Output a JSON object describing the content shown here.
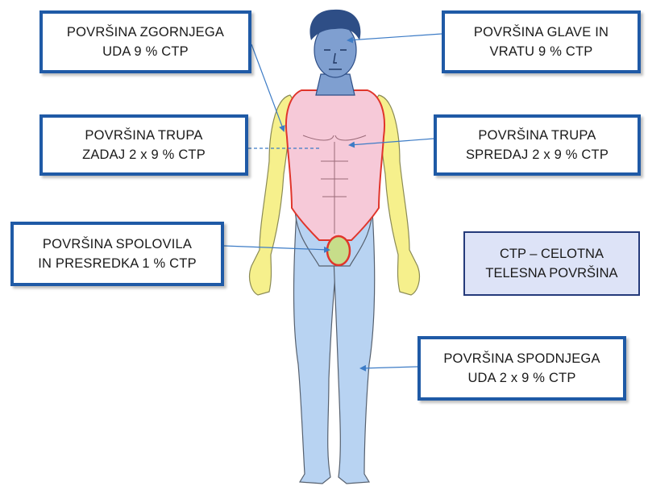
{
  "labels": {
    "upper_limb": {
      "line1": "POVRŠINA ZGORNJEGA",
      "line2": "UDA 9 % CTP"
    },
    "head_neck": {
      "line1": "POVRŠINA GLAVE IN",
      "line2": "VRATU 9 % CTP"
    },
    "trunk_back": {
      "line1": "POVRŠINA TRUPA",
      "line2": "ZADAJ 2 x 9 % CTP"
    },
    "trunk_front": {
      "line1": "POVRŠINA TRUPA",
      "line2": "SPREDAJ 2 x 9 % CTP"
    },
    "genital": {
      "line1": "POVRŠINA SPOLOVILA",
      "line2": "IN PRESREDKA 1 % CTP"
    },
    "lower_limb": {
      "line1": "POVRŠINA SPODNJEGA",
      "line2": "UDA 2 x 9 % CTP"
    }
  },
  "legend": {
    "line1": "CTP – CELOTNA",
    "line2": "TELESNA POVRŠINA"
  },
  "colors": {
    "box_border": "#1f5aa6",
    "legend_fill": "#dde3f7",
    "skin": "#a9c8ee",
    "head_skin": "#7f9fd0",
    "hair": "#2e4e86",
    "arm_highlight": "#f6f08c",
    "torso_highlight": "#f6c9d8",
    "genital_highlight": "#c7dd8a",
    "region_outline": "#e0352b",
    "pointer": "#3d7cc6"
  }
}
